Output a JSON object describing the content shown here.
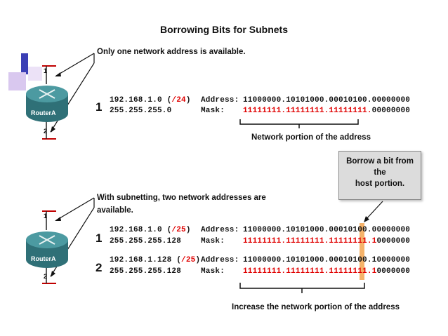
{
  "title": "Borrowing Bits for Subnets",
  "top": {
    "caption": "Only one network address is available.",
    "router": "RouterA",
    "iface1": "1",
    "iface2": "2",
    "row_num": "1",
    "ip": "192.168.1.0 (",
    "prefix": "/24",
    "ip_close": ")",
    "mask": "255.255.255.0",
    "addr_label": "Address:",
    "addr_net": "11000000.10101000.00010100.",
    "addr_host": "00000000",
    "mask_label": "Mask:",
    "mask_net": "11111111.11111111.11111111.",
    "mask_host": "00000000",
    "brace_label": "Network portion of the address"
  },
  "callout": {
    "text1": "Borrow a bit from the",
    "text2": "host portion."
  },
  "bottom": {
    "caption1": "With subnetting, two network addresses are",
    "caption2": "available.",
    "router": "RouterA",
    "iface1": "1",
    "iface2": "2",
    "rows": [
      {
        "num": "1",
        "ip": "192.168.1.0 (",
        "prefix": "/25",
        "ip_close": ")",
        "mask": "255.255.255.128",
        "addr_label": "Address:",
        "addr_net": "11000000.10101000.00010100.",
        "addr_bit": "0",
        "addr_host": "0000000",
        "mask_label": "Mask:",
        "mask_net": "11111111.11111111.11111111.",
        "mask_bit": "1",
        "mask_host": "0000000"
      },
      {
        "num": "2",
        "ip": "192.168.1.128 (",
        "prefix": "/25",
        "ip_close": ")",
        "mask": "255.255.255.128",
        "addr_label": "Address:",
        "addr_net": "11000000.10101000.00010100.",
        "addr_bit": "1",
        "addr_host": "0000000",
        "mask_label": "Mask:",
        "mask_net": "11111111.11111111.11111111.",
        "mask_bit": "1",
        "mask_host": "0000000"
      }
    ],
    "brace_label": "Increase the network portion of the address"
  },
  "colors": {
    "red": "#e00000",
    "highlight": "#f6b36a",
    "router_body": "#3f8d94",
    "callout_bg": "#dcdcdc"
  }
}
